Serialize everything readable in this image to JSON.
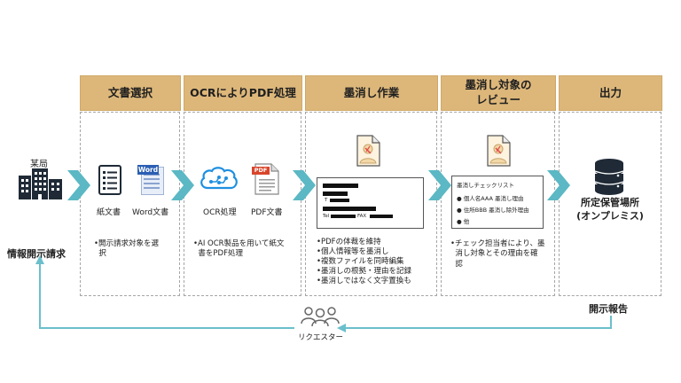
{
  "left": {
    "agency_label": "某局",
    "request_label": "情報開示請求"
  },
  "stages": [
    {
      "header": "文書選択"
    },
    {
      "header": "OCRによりPDF処理"
    },
    {
      "header": "墨消し作業"
    },
    {
      "header_line1": "墨消し対象の",
      "header_line2": "レビュー"
    },
    {
      "header": "出力"
    }
  ],
  "stage1": {
    "paper_label": "紙文書",
    "word_label": "Word文書",
    "word_badge": "Word",
    "bullets": [
      "•開示請求対象を選",
      "  択"
    ]
  },
  "stage2": {
    "ocr_label": "OCR処理",
    "pdf_label": "PDF文書",
    "pdf_badge": "PDF",
    "bullets": [
      "•AI OCR製品を用いて紙文",
      "  書をPDF処理"
    ]
  },
  "stage3": {
    "doc_line_t": "T",
    "doc_line_tel": "Tel",
    "doc_line_fax": "FAX",
    "bullets": [
      "•PDFの体裁を維持",
      "•個人情報等を墨消し",
      "•複数ファイルを同時編集",
      "•墨消しの根拠・理由を記録",
      "•墨消しではなく文字置換も"
    ]
  },
  "stage4": {
    "checklist_title": "墨消しチェックリスト",
    "checklist_items": [
      "●  個人名AAA  墨消し理由",
      "●  住所BBB  墨消し除外理由",
      "●  他"
    ],
    "bullets": [
      "•チェック担当者により、墨",
      "  消し対象とその理由を確",
      "  認"
    ]
  },
  "stage5": {
    "storage_line1": "所定保管場所",
    "storage_line2": "(オンプレミス)"
  },
  "bottom": {
    "report_label": "開示報告",
    "requester_label": "リクエスター"
  },
  "colors": {
    "header_fill": "#ddb77a",
    "arrow": "#5bb8c4",
    "flow_line": "#6bbfcc",
    "icon_dark": "#1f2a36",
    "ocr_blue": "#1f8fe0",
    "word_blue": "#2b5fb3",
    "pdf_red": "#d9452b"
  }
}
